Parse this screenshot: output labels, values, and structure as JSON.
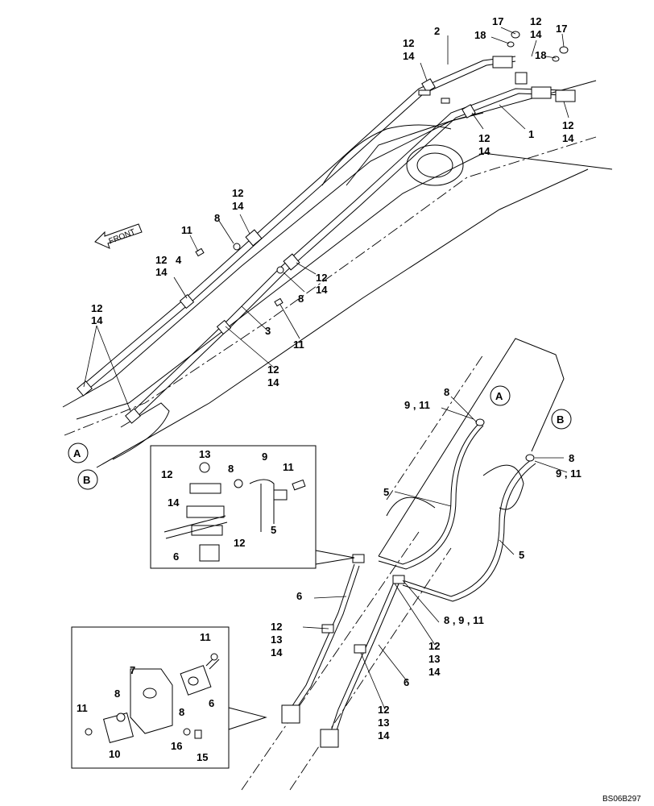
{
  "drawing_code": "BS06B297",
  "direction_label": "FRONT",
  "callouts": {
    "c1": "1",
    "c2": "2",
    "c3": "3",
    "c4": "4",
    "c5": "5",
    "c6": "6",
    "c7": "7",
    "c8": "8",
    "c9": "9",
    "c10": "10",
    "c11": "11",
    "c12": "12",
    "c13": "13",
    "c14": "14",
    "c15": "15",
    "c16": "16",
    "c17": "17",
    "c18": "18",
    "c9_11": "9 , 11",
    "c8_9_11": "8 , 9 , 11",
    "ref_a": "A",
    "ref_b": "B"
  }
}
